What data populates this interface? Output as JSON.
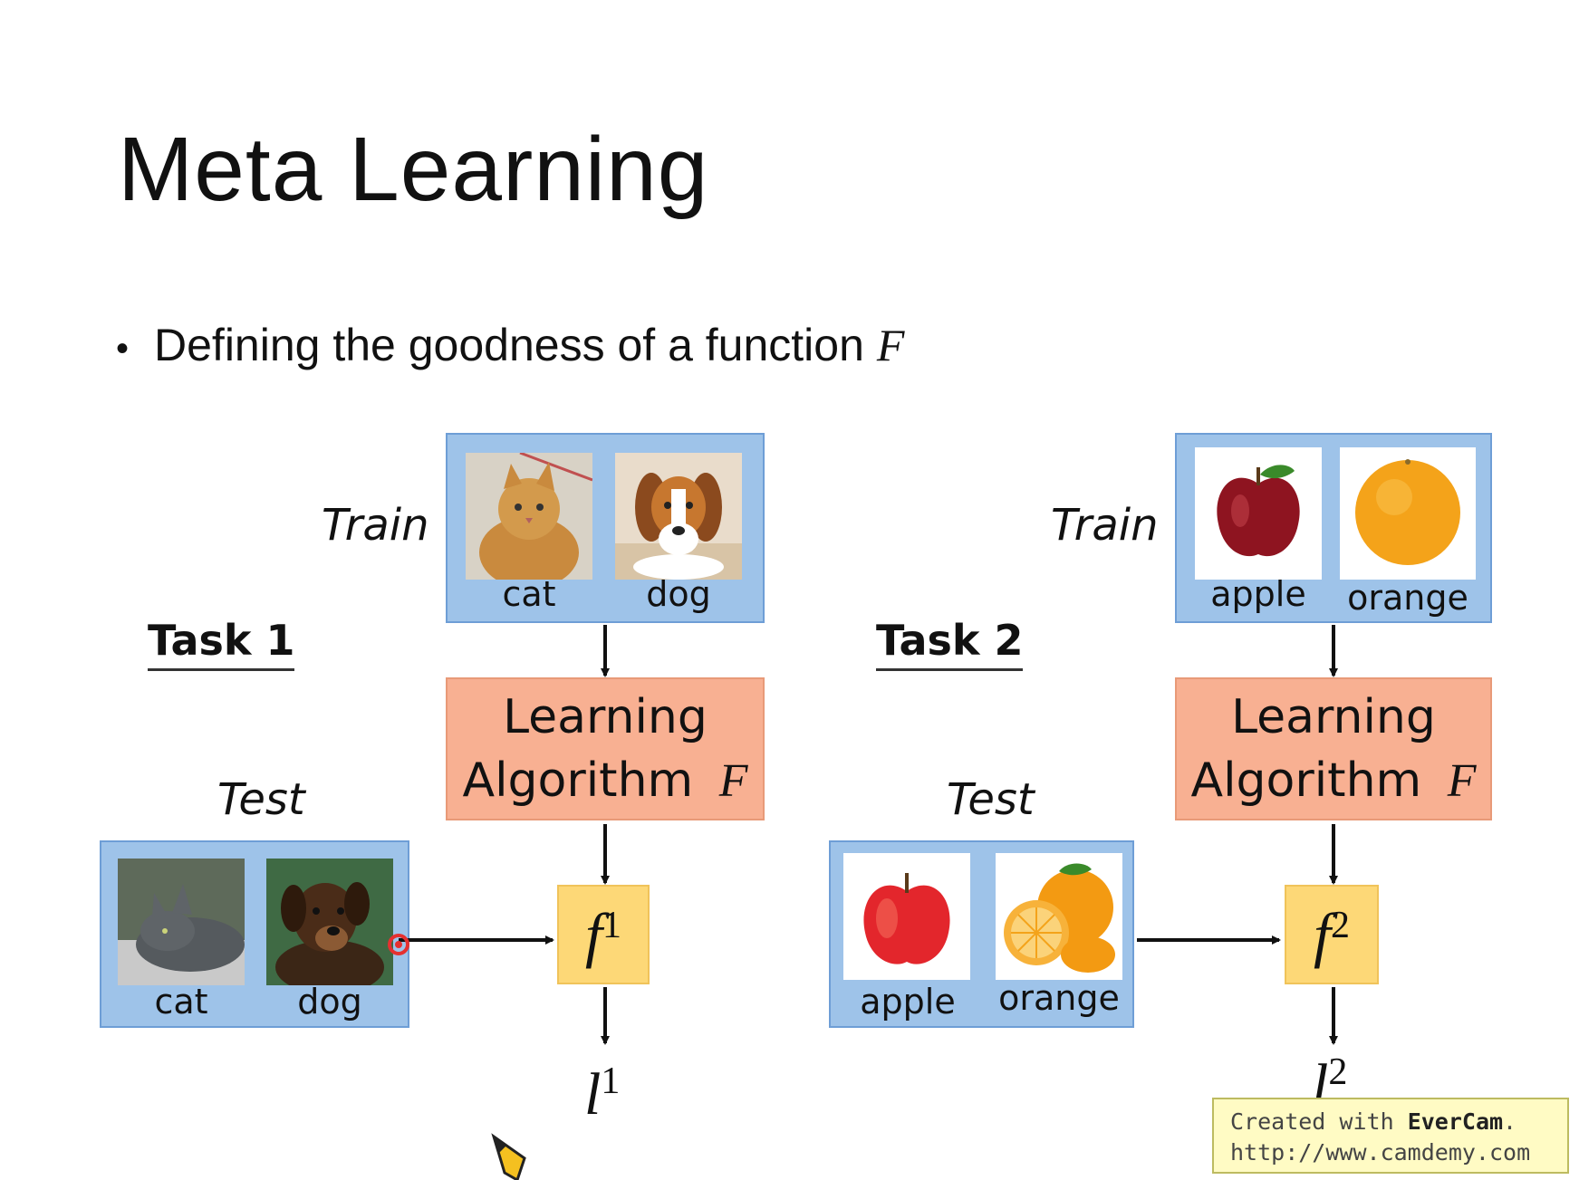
{
  "slide": {
    "title": "Meta Learning",
    "bullet": {
      "text": "Defining the goodness of a function",
      "math": "F"
    }
  },
  "task1": {
    "label": "Task 1",
    "train_label": "Train",
    "train_items": [
      "cat",
      "dog"
    ],
    "algorithm_line1": "Learning",
    "algorithm_line2": "Algorithm",
    "algorithm_math": "F",
    "test_label": "Test",
    "test_items": [
      "cat",
      "dog"
    ],
    "function_base": "f",
    "function_sup": "1",
    "loss_base": "l",
    "loss_sup": "1"
  },
  "task2": {
    "label": "Task 2",
    "train_label": "Train",
    "train_items": [
      "apple",
      "orange"
    ],
    "algorithm_line1": "Learning",
    "algorithm_line2": "Algorithm",
    "algorithm_math": "F",
    "test_label": "Test",
    "test_items": [
      "apple",
      "orange"
    ],
    "function_base": "f",
    "function_sup": "2",
    "loss_base": "l",
    "loss_sup": "2"
  },
  "watermark": {
    "prefix": "Created with",
    "brand": "EverCam",
    "url": "http://www.camdemy.com"
  },
  "colors": {
    "blue_box": "#9ec3e9",
    "orange_box": "#f8b092",
    "yellow_box": "#fdd877"
  }
}
